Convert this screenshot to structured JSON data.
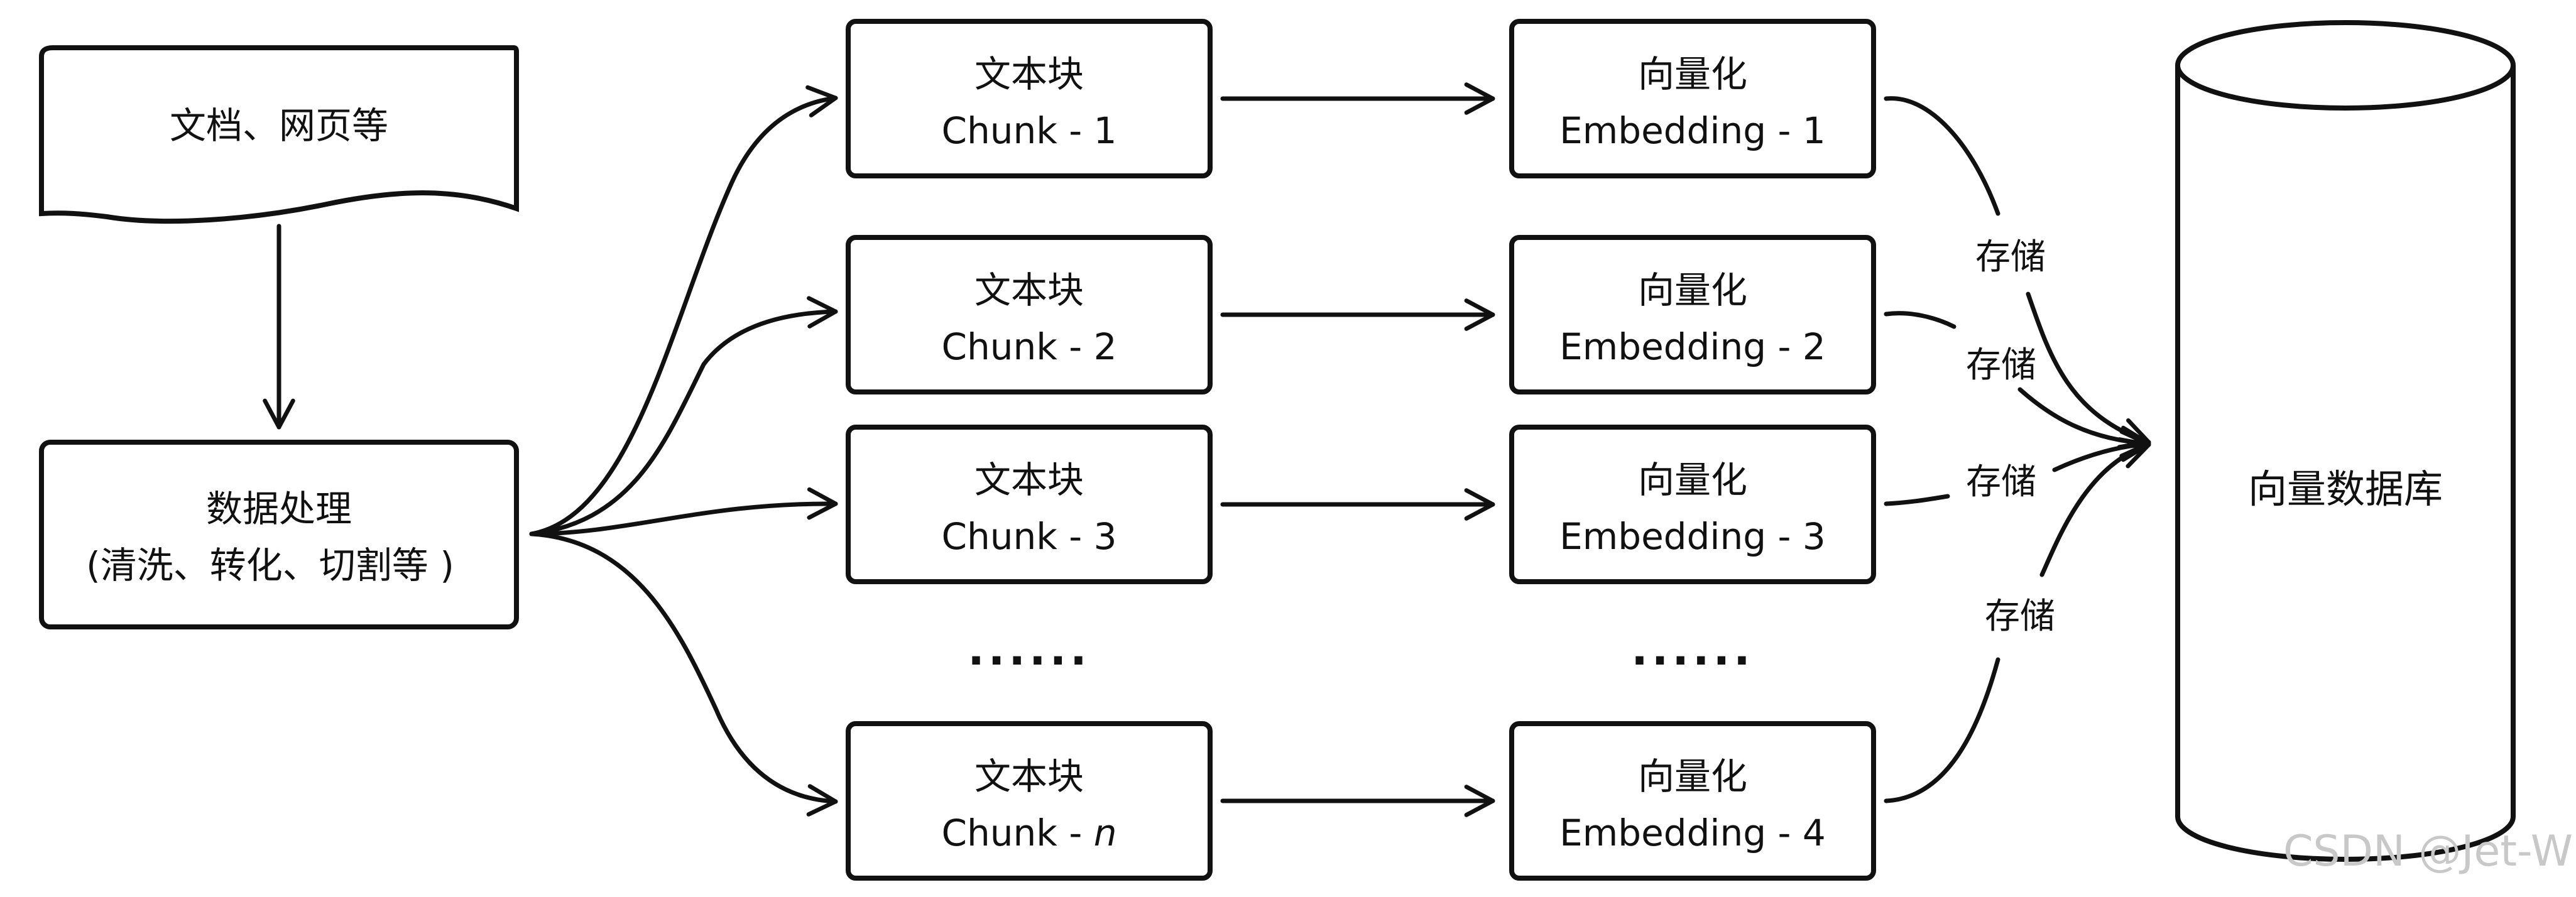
{
  "source_node": {
    "label": "文档、网页等"
  },
  "process_node": {
    "line1": "数据处理",
    "line2": "(清洗、转化、切割等 )"
  },
  "chunks": [
    {
      "title": "文本块",
      "name": "Chunk - 1"
    },
    {
      "title": "文本块",
      "name": "Chunk - 2"
    },
    {
      "title": "文本块",
      "name": "Chunk - 3"
    },
    {
      "title": "文本块",
      "name": "Chunk - ",
      "name_suffix_italic": "n"
    }
  ],
  "embeddings": [
    {
      "title": "向量化",
      "name": "Embedding - 1"
    },
    {
      "title": "向量化",
      "name": "Embedding - 2"
    },
    {
      "title": "向量化",
      "name": "Embedding - 3"
    },
    {
      "title": "向量化",
      "name": "Embedding - 4"
    }
  ],
  "ellipsis": {
    "chunks": "......",
    "embeddings": "......"
  },
  "store_labels": [
    "存储",
    "存储",
    "存储",
    "存储"
  ],
  "database": {
    "label": "向量数据库"
  },
  "watermark": "CSDN @Jet-W"
}
